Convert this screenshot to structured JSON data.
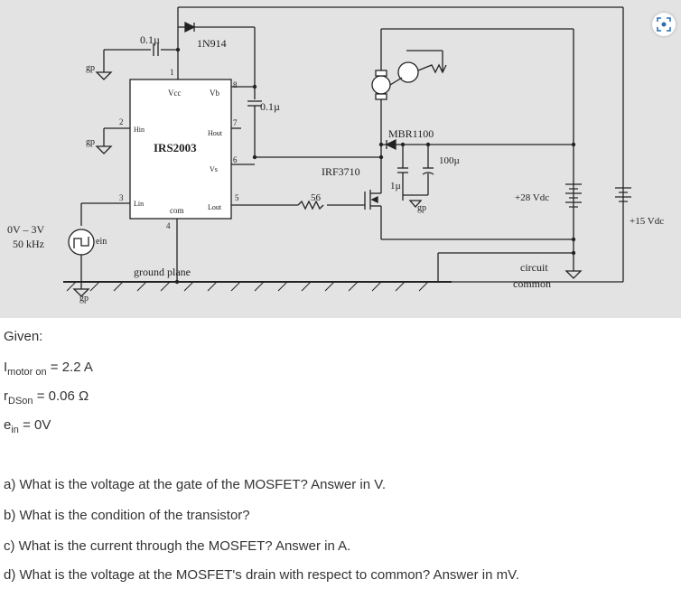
{
  "diagram": {
    "labels": {
      "cap_top": "0.1µ",
      "diode_1n914": "1N914",
      "gp": "gp",
      "vcc": "Vcc",
      "vb": "Vb",
      "hin": "Hin",
      "hout": "Hout",
      "vs": "Vs",
      "lin": "Lin",
      "com": "com",
      "lout": "Lout",
      "ic": "IRS2003",
      "cap_right": "0.1µ",
      "mbr": "MBR1100",
      "irf": "IRF3710",
      "res": "56",
      "cap_100u": "100µ",
      "cap_1u": "1µ",
      "v28": "+28 Vdc",
      "v15": "+15 Vdc",
      "src1": "0V – 3V",
      "src2": "50 kHz",
      "ein": "ein",
      "ground_plane": "ground plane",
      "circuit": "circuit",
      "common": "common",
      "pins": [
        "1",
        "8",
        "2",
        "7",
        "6",
        "3",
        "5",
        "4"
      ]
    }
  },
  "given": {
    "title": "Given:",
    "i_motor": {
      "sym": "I",
      "sub": "motor on",
      "val": " = 2.2 A"
    },
    "r_dson": {
      "sym": "r",
      "sub": "DSon",
      "val": " = 0.06 Ω"
    },
    "e_in": {
      "sym": "e",
      "sub": "in",
      "val": " = 0V"
    }
  },
  "questions": {
    "a": "a) What is the voltage at the gate of the MOSFET? Answer in V.",
    "b": "b) What is the condition of the transistor?",
    "c": "c) What is the current through the MOSFET? Answer in A.",
    "d": "d) What is the voltage at the MOSFET's drain with respect to common? Answer in mV."
  }
}
